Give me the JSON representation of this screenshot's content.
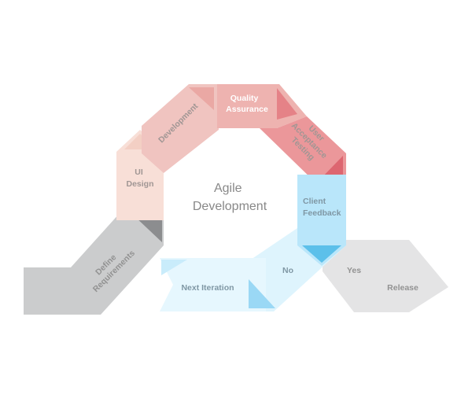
{
  "title": [
    "Agile",
    "Development"
  ],
  "colors": {
    "gray": "#cbcccd",
    "gray_dark": "#8c8d8f",
    "gray_light": "#e4e4e5",
    "peach": "#f8dfd7",
    "peach_light": "#fbe9e3",
    "pink": "#f0c4c0",
    "pink_mid": "#eaa8a4",
    "red": "#e58287",
    "red_dark": "#dd6670",
    "blue": "#b9e6fa",
    "blue_mid": "#9ad8f5",
    "blue_light": "#def4fd",
    "blue_dark": "#5cc0ea",
    "text_warm": "#a09694",
    "text_blue": "#7f97a4",
    "text_gray": "#929292"
  },
  "steps": {
    "define": [
      "Define",
      "Requirements"
    ],
    "ui_design": [
      "UI",
      "Design"
    ],
    "development": [
      "Development"
    ],
    "quality": [
      "Quality",
      "Assurance"
    ],
    "acceptance": [
      "User",
      "Acceptance",
      "Testing"
    ],
    "feedback": [
      "Client",
      "Feedback"
    ],
    "no": [
      "No"
    ],
    "next": [
      "Next Iteration"
    ],
    "yes": [
      "Yes"
    ],
    "release": [
      "Release"
    ]
  }
}
